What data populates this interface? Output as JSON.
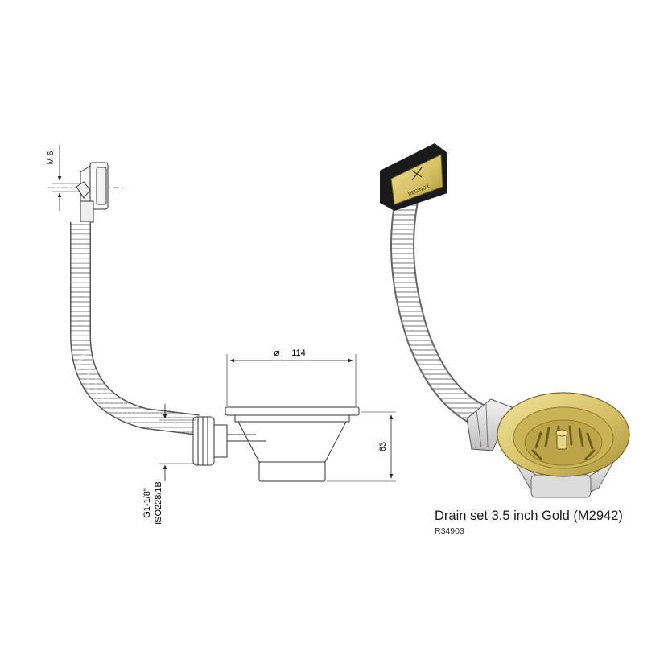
{
  "drawing": {
    "thread_label": "M 6",
    "diameter_symbol": "⌀",
    "diameter_value": "114",
    "height_value": "63",
    "thread_spec_line1": "G1-1/8\"",
    "thread_spec_line2": "ISO228/1B"
  },
  "product": {
    "title": "Drain set 3.5 inch Gold (M2942)",
    "code": "R34903",
    "accent_color": "#d9c46a",
    "button_color": "#111111"
  },
  "icons": {
    "plug": "drain-plug-icon",
    "overflow": "overflow-button-icon"
  }
}
